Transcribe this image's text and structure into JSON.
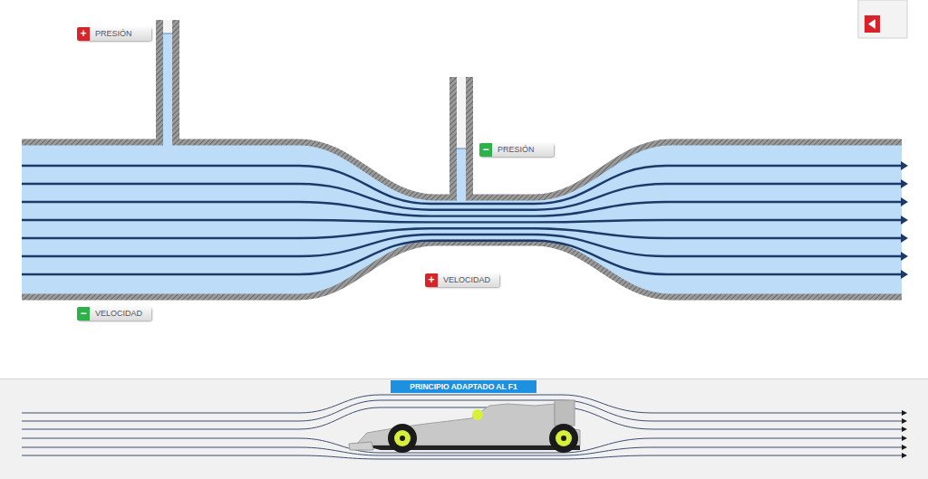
{
  "diagram": {
    "nodes": [
      {
        "text": [
          "+",
          "PRESIÓN"
        ]
      },
      {
        "text": [
          "−",
          "PRESIÓN"
        ]
      },
      {
        "text": [
          "+",
          "VELOCIDAD"
        ]
      },
      {
        "text": [
          "−",
          "VELOCIDAD"
        ]
      },
      {
        "text": [
          "PRINCIPIO ADAPTADO AL F1"
        ]
      }
    ]
  }
}
